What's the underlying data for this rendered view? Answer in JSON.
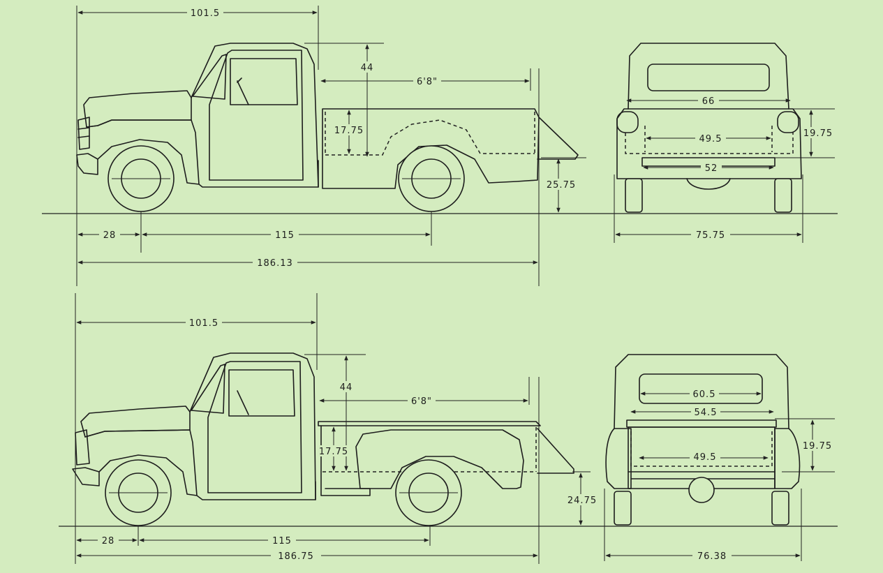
{
  "top": {
    "side": {
      "front_to_cab": "101.5",
      "cab_height": "44",
      "bed_length": "6'8\"",
      "bed_depth": "17.75",
      "tailgate_height": "25.75",
      "front_overhang": "28",
      "wheelbase": "115",
      "overall_length": "186.13"
    },
    "rear": {
      "bed_width": "66",
      "inner_width": "49.5",
      "wheel_well": "52",
      "bed_depth": "19.75",
      "overall_width": "75.75"
    }
  },
  "bottom": {
    "side": {
      "front_to_cab": "101.5",
      "cab_height": "44",
      "bed_length": "6'8\"",
      "bed_depth": "17.75",
      "tailgate_height": "24.75",
      "front_overhang": "28",
      "wheelbase": "115",
      "overall_length": "186.75"
    },
    "rear": {
      "window_width": "60.5",
      "bed_width": "54.5",
      "inner_width": "49.5",
      "bed_depth": "19.75",
      "overall_width": "76.38"
    }
  }
}
